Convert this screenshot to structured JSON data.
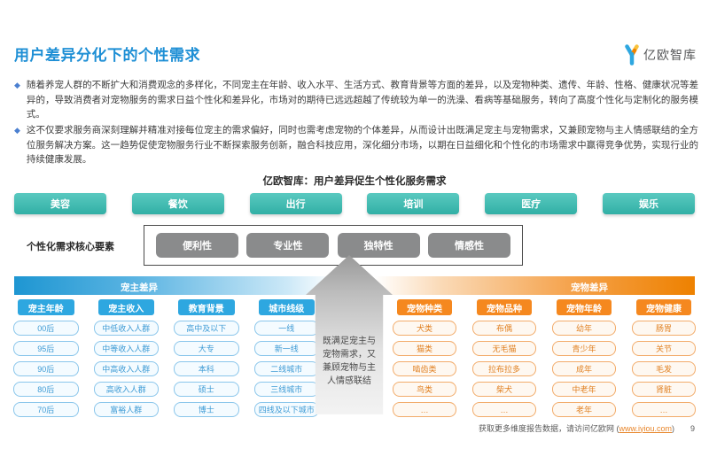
{
  "theme": {
    "title-blue": "#1E8FD5",
    "teal": "#35BDB2",
    "blue": "#2EA7E0",
    "orange": "#F5881F",
    "gray-btn": "#8A8B8C",
    "link-orange": "#E8862B"
  },
  "page": {
    "title": "用户差异分化下的个性需求",
    "page_number": "9",
    "footer_prefix": "获取更多维度报告数据，请访问亿欧网 (",
    "footer_link": "www.iyiou.com",
    "footer_suffix": ")"
  },
  "logo": {
    "name": "亿欧智库"
  },
  "bullets": [
    "随着养宠人群的不断扩大和消费观念的多样化，不同宠主在年龄、收入水平、生活方式、教育背景等方面的差异，以及宠物种类、遗传、年龄、性格、健康状况等差异的，导致消费者对宠物服务的需求日益个性化和差异化，市场对的期待已远远超越了传统较为单一的洗澡、看病等基础服务，转向了高度个性化与定制化的服务模式。",
    "这不仅要求服务商深刻理解并精准对接每位宠主的需求偏好，同时也需考虑宠物的个体差异，从而设计出既满足宠主与宠物需求，又兼顾宠物与主人情感联结的全方位服务解决方案。这一趋势促使宠物服务行业不断探索服务创新，融合科技应用，深化细分市场，以期在日益细化和个性化的市场需求中赢得竞争优势，实现行业的持续健康发展。"
  ],
  "diagram": {
    "title": "亿欧智库：用户差异促生个性化服务需求",
    "service_buttons": [
      "美容",
      "餐饮",
      "出行",
      "培训",
      "医疗",
      "娱乐"
    ],
    "core_label": "个性化需求核心要素",
    "core_factors": [
      "便利性",
      "专业性",
      "独特性",
      "情感性"
    ],
    "arrow_text": "既满足宠主与\n宠物需求，又\n兼顾宠物与主\n人情感联结",
    "gradient_bar": {
      "left_label": "宠主差异",
      "right_label": "宠物差异"
    },
    "owner_columns": [
      {
        "header": "宠主年龄",
        "cells": [
          "00后",
          "95后",
          "90后",
          "80后",
          "70后"
        ]
      },
      {
        "header": "宠主收入",
        "cells": [
          "中低收入人群",
          "中等收入人群",
          "中高收入人群",
          "高收入人群",
          "富裕人群"
        ]
      },
      {
        "header": "教育背景",
        "cells": [
          "高中及以下",
          "大专",
          "本科",
          "硕士",
          "博士"
        ]
      },
      {
        "header": "城市线级",
        "cells": [
          "一线",
          "新一线",
          "二线城市",
          "三线城市",
          "四线及以下城市"
        ]
      }
    ],
    "pet_columns": [
      {
        "header": "宠物种类",
        "cells": [
          "犬类",
          "猫类",
          "啮齿类",
          "鸟类",
          "…"
        ]
      },
      {
        "header": "宠物品种",
        "cells": [
          "布偶",
          "无毛猫",
          "拉布拉多",
          "柴犬",
          "…"
        ]
      },
      {
        "header": "宠物年龄",
        "cells": [
          "幼年",
          "青少年",
          "成年",
          "中老年",
          "老年"
        ]
      },
      {
        "header": "宠物健康",
        "cells": [
          "肠胃",
          "关节",
          "毛发",
          "肾脏",
          "…"
        ]
      }
    ]
  }
}
